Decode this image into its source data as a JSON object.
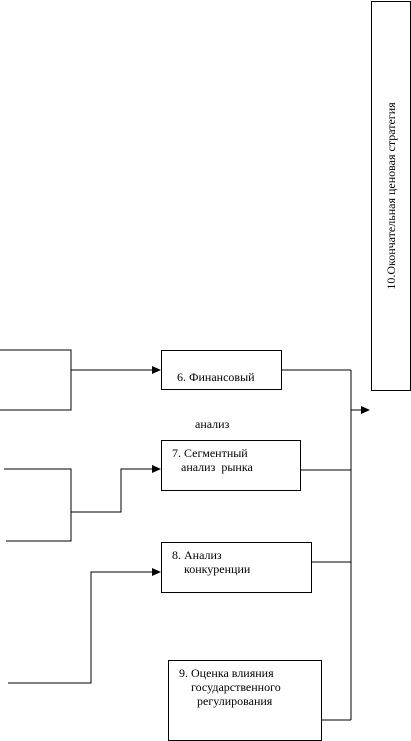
{
  "boxes": {
    "financial": {
      "line1": "6. Финансовый",
      "line2": "анализ"
    },
    "segment": {
      "text": "7. Сегментный\n   анализ  рынка"
    },
    "competition": {
      "text": "8. Анализ\n    конкуренции"
    },
    "government": {
      "text": "9. Оценка влияния\n    государственного\n      регулирования"
    },
    "final": {
      "text": "10.Окончательная  ценовая стратегия"
    }
  },
  "colors": {
    "line": "#000000",
    "background": "#ffffff"
  }
}
